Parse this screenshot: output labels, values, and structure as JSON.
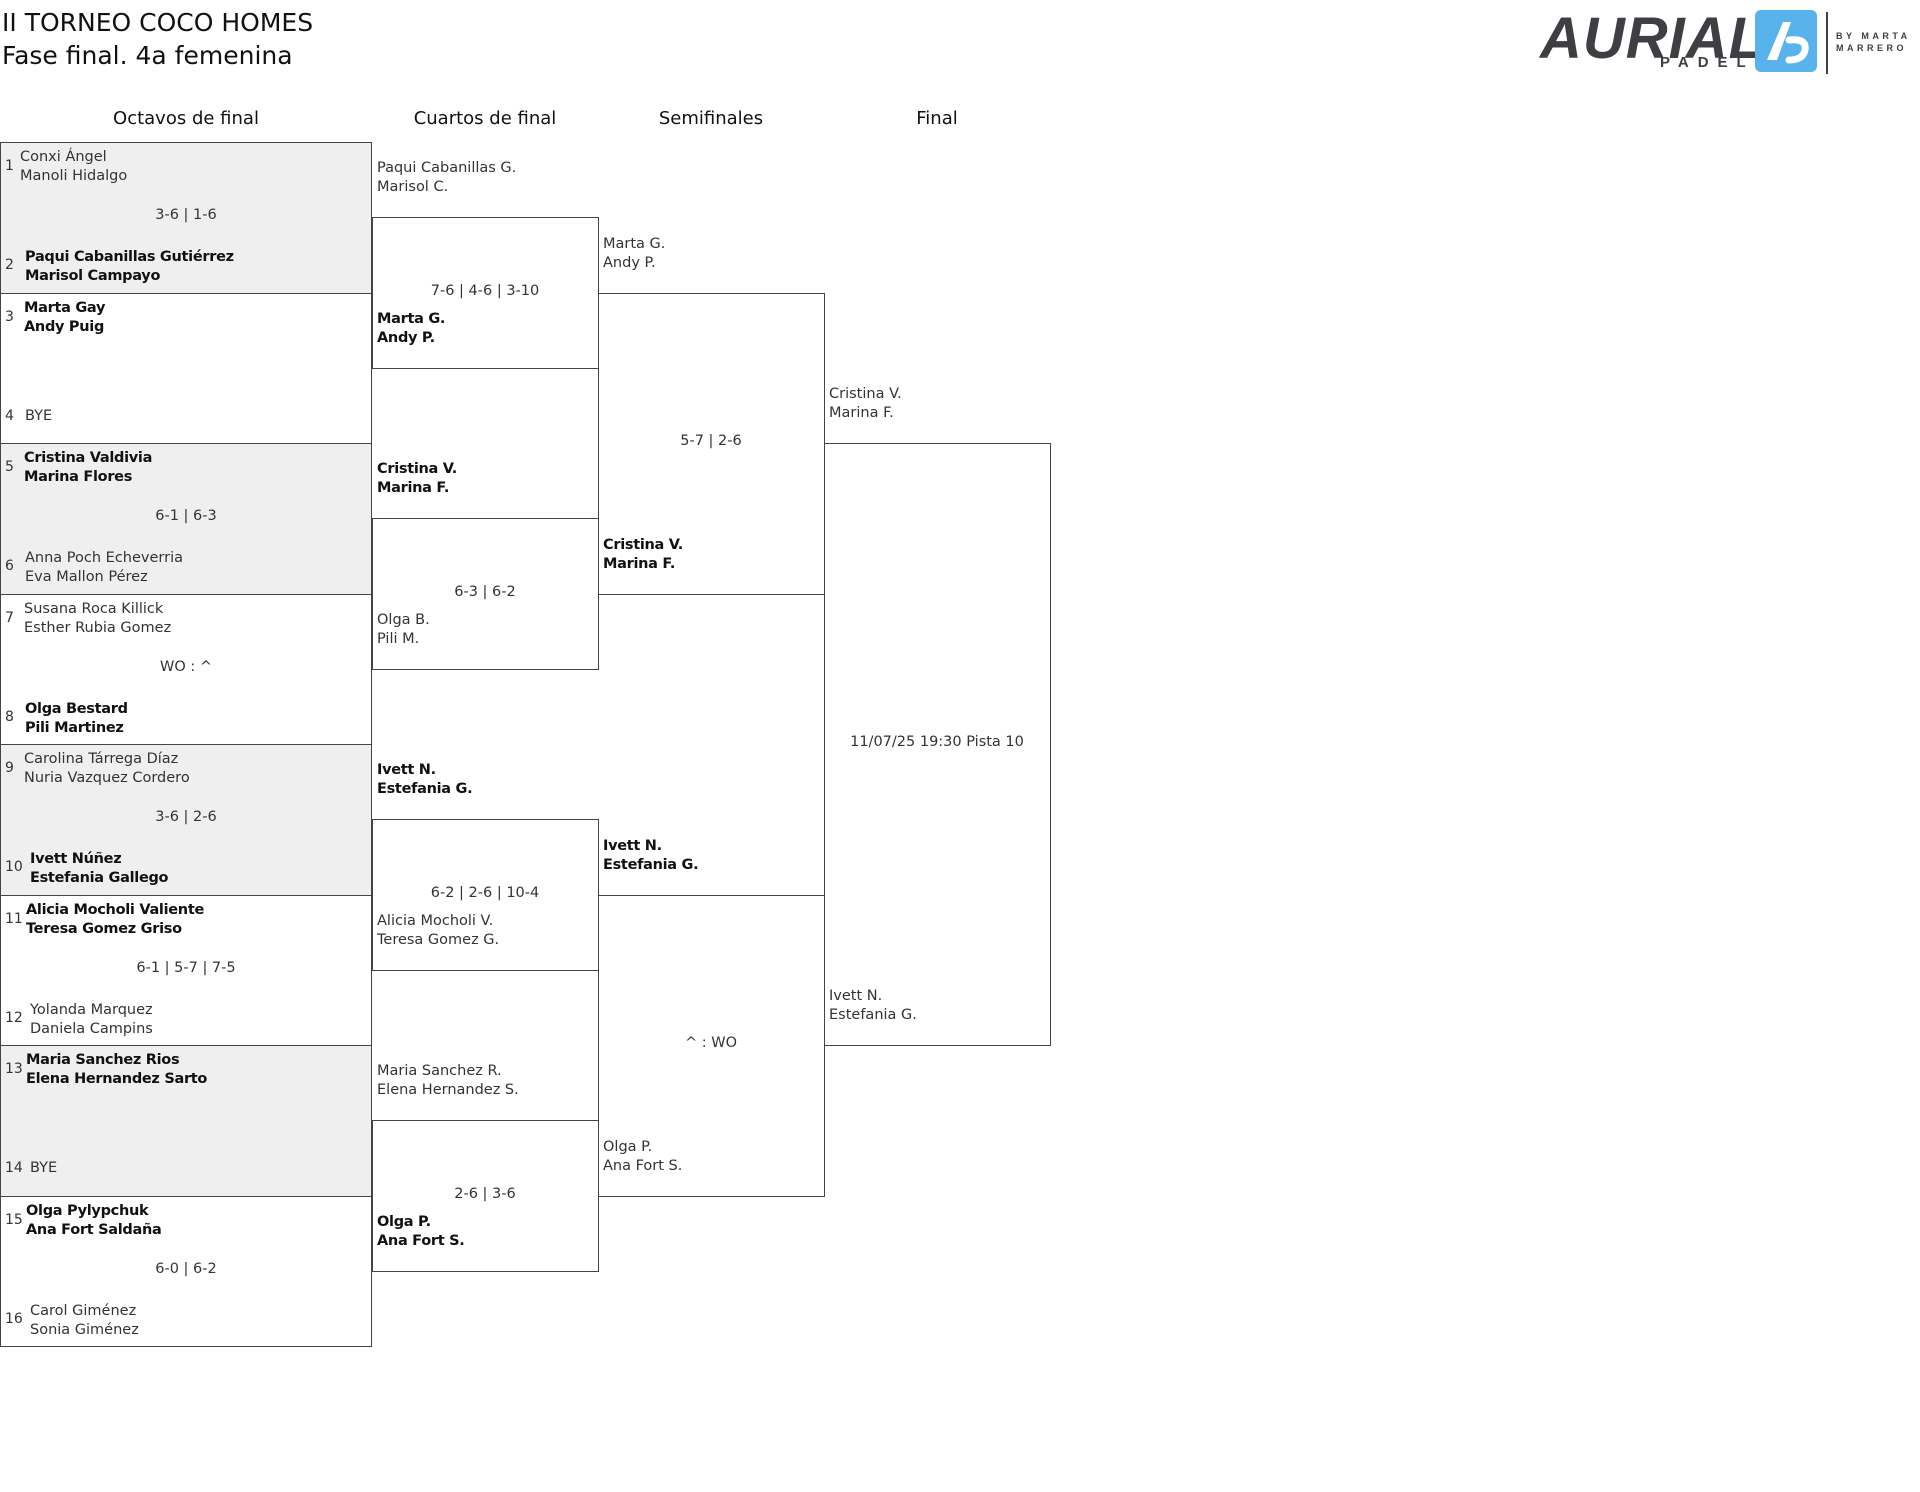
{
  "header": {
    "title": "II TORNEO COCO HOMES",
    "subtitle": "Fase final. 4a femenina"
  },
  "logo": {
    "brand": "AURIAL",
    "sub": "PADEL",
    "by_line1": "BY MARTA",
    "by_line2": "MARRERO",
    "accent_color": "#58b2ec"
  },
  "rounds": [
    "Octavos de final",
    "Cuartos de final",
    "Semifinales",
    "Final"
  ],
  "octavos": [
    {
      "seeds": [
        "1",
        "2"
      ],
      "top": [
        "Conxi Ángel",
        "Manoli Hidalgo"
      ],
      "bottom": [
        "Paqui Cabanillas Gutiérrez",
        "Marisol Campayo"
      ],
      "score": "3-6 | 1-6",
      "winner": "bottom"
    },
    {
      "seeds": [
        "3",
        "4"
      ],
      "top": [
        "Marta Gay",
        "Andy Puig"
      ],
      "bottom": [
        "BYE",
        ""
      ],
      "score": "",
      "winner": "top"
    },
    {
      "seeds": [
        "5",
        "6"
      ],
      "top": [
        "Cristina Valdivia",
        "Marina Flores"
      ],
      "bottom": [
        "Anna Poch Echeverria",
        "Eva Mallon Pérez"
      ],
      "score": "6-1 | 6-3",
      "winner": "top"
    },
    {
      "seeds": [
        "7",
        "8"
      ],
      "top": [
        "Susana Roca Killick",
        "Esther Rubia Gomez"
      ],
      "bottom": [
        "Olga Bestard",
        "Pili Martinez"
      ],
      "score": "WO : ^",
      "winner": "bottom"
    },
    {
      "seeds": [
        "9",
        "10"
      ],
      "top": [
        "Carolina Tárrega Díaz",
        "Nuria Vazquez Cordero"
      ],
      "bottom": [
        "Ivett Núñez",
        "Estefania Gallego"
      ],
      "score": "3-6 | 2-6",
      "winner": "bottom"
    },
    {
      "seeds": [
        "11",
        "12"
      ],
      "top": [
        "Alicia Mocholi Valiente",
        "Teresa Gomez Griso"
      ],
      "bottom": [
        "Yolanda Marquez",
        "Daniela Campins"
      ],
      "score": "6-1 | 5-7 | 7-5",
      "winner": "top"
    },
    {
      "seeds": [
        "13",
        "14"
      ],
      "top": [
        "Maria Sanchez Rios",
        "Elena Hernandez Sarto"
      ],
      "bottom": [
        "BYE",
        ""
      ],
      "score": "",
      "winner": "top"
    },
    {
      "seeds": [
        "15",
        "16"
      ],
      "top": [
        "Olga Pylypchuk",
        "Ana Fort Saldaña"
      ],
      "bottom": [
        "Carol Giménez",
        "Sonia Giménez"
      ],
      "score": "6-0 | 6-2",
      "winner": "top"
    }
  ],
  "cuartos": [
    {
      "top": [
        "Paqui Cabanillas G.",
        "Marisol C."
      ],
      "bottom": [
        "Marta G.",
        "Andy P."
      ],
      "score": "7-6 | 4-6 | 3-10",
      "winner": "bottom"
    },
    {
      "top": [
        "Cristina V.",
        "Marina F."
      ],
      "bottom": [
        "Olga B.",
        "Pili M."
      ],
      "score": "6-3 | 6-2",
      "winner": "top"
    },
    {
      "top": [
        "Ivett N.",
        "Estefania G."
      ],
      "bottom": [
        "Alicia Mocholi V.",
        "Teresa Gomez G."
      ],
      "score": "6-2 | 2-6 | 10-4",
      "winner": "top"
    },
    {
      "top": [
        "Maria Sanchez R.",
        "Elena Hernandez S."
      ],
      "bottom": [
        "Olga P.",
        "Ana Fort S."
      ],
      "score": "2-6 | 3-6",
      "winner": "bottom"
    }
  ],
  "semis": [
    {
      "top": [
        "Marta G.",
        "Andy P."
      ],
      "bottom": [
        "Cristina V.",
        "Marina F."
      ],
      "score": "5-7 | 2-6",
      "winner": "bottom"
    },
    {
      "top": [
        "Ivett N.",
        "Estefania G."
      ],
      "bottom": [
        "Olga P.",
        "Ana Fort S."
      ],
      "score": "^ : WO",
      "winner": "top"
    }
  ],
  "final": {
    "top": [
      "Cristina V.",
      "Marina F."
    ],
    "bottom": [
      "Ivett N.",
      "Estefania G."
    ],
    "score": "11/07/25 19:30 Pista 10",
    "winner": ""
  }
}
